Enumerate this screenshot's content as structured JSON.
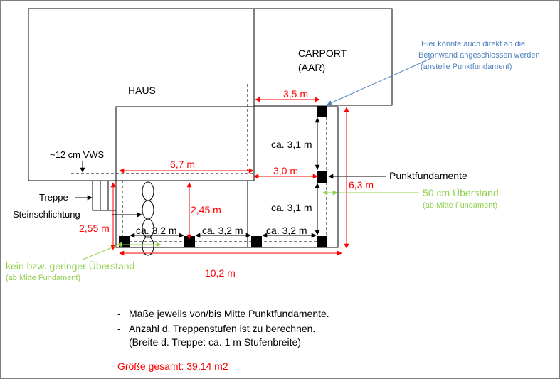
{
  "labels": {
    "haus": "HAUS",
    "carport": "CARPORT",
    "carport_sub": "(AAR)",
    "vws": "~12 cm VWS",
    "treppe": "Treppe",
    "steinschlichtung": "Steinschlichtung",
    "punktfundamente": "Punktfundamente"
  },
  "note_blue": [
    "Hier könnte auch direkt an die",
    "Betonwand angeschlossen werden",
    "(anstelle Punktfundament)"
  ],
  "dimensions": {
    "d_3_5": "3,5 m",
    "d_6_7": "6,7 m",
    "d_3_0": "3,0 m",
    "d_6_3": "6,3 m",
    "d_2_45": "2,45 m",
    "d_2_55": "2,55 m",
    "d_10_2": "10,2 m",
    "d_ca31_top": "ca. 3,1 m",
    "d_ca31_bottom": "ca. 3,1 m",
    "d_ca32_1": "ca. 3,2 m",
    "d_ca32_2": "ca. 3,2 m",
    "d_ca32_3": "ca. 3,2 m"
  },
  "overhang": {
    "label": "50 cm Überstand",
    "sub": "(ab Mitte Fundament)"
  },
  "no_overhang": {
    "label": "kein bzw. geringer Überstand",
    "sub": "(ab Mitte Fundament)"
  },
  "notes": [
    "Maße jeweils von/bis Mitte Punktfundamente.",
    "Anzahl d. Treppenstufen ist zu berechnen.",
    "(Breite d. Treppe: ca. 1 m Stufenbreite)"
  ],
  "note_bullet": "-",
  "total": "Größe gesamt: 39,14 m2",
  "colors": {
    "red": "#ff0000",
    "green": "#92d050",
    "blue": "#4f81bd",
    "black": "#000000"
  }
}
